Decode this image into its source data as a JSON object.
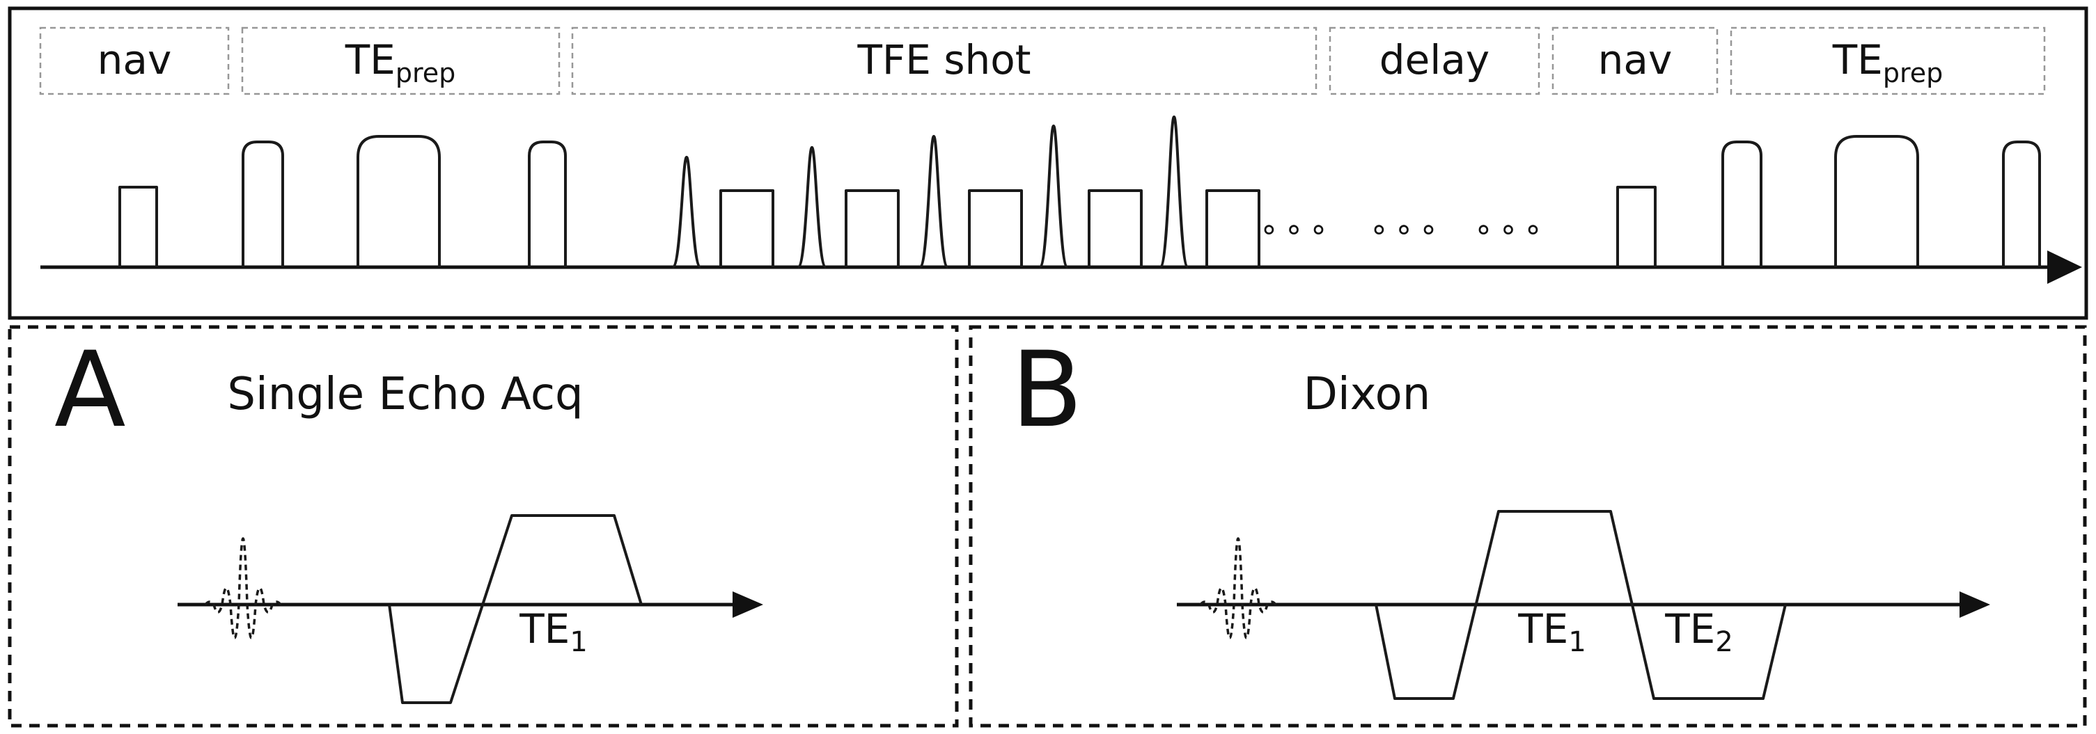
{
  "top_panel": {
    "segments": [
      {
        "label": "nav"
      },
      {
        "main": "TE",
        "sub": "prep"
      },
      {
        "label": "TFE shot"
      },
      {
        "label": "delay"
      },
      {
        "label": "nav"
      },
      {
        "main": "TE",
        "sub": "prep"
      }
    ],
    "ellipsis_groups": [
      "∘∘∘",
      "∘∘∘",
      "∘∘∘"
    ]
  },
  "panels": {
    "a": {
      "letter": "A",
      "title": "Single Echo Acq",
      "echo1": {
        "main": "TE",
        "sub": "1"
      }
    },
    "b": {
      "letter": "B",
      "title": "Dixon",
      "echo1": {
        "main": "TE",
        "sub": "1"
      },
      "echo2": {
        "main": "TE",
        "sub": "2"
      }
    }
  },
  "colors": {
    "line": "#1a1a1a",
    "label_box_border": "#979797",
    "background": "#ffffff"
  }
}
